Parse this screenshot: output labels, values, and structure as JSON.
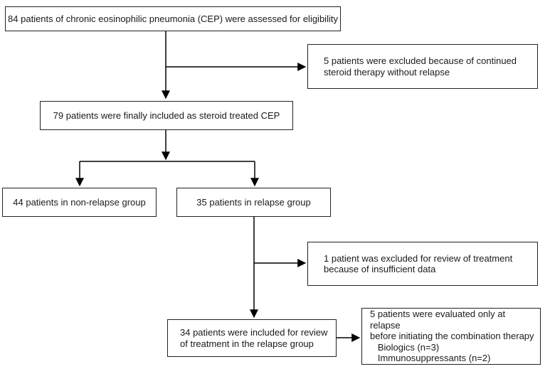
{
  "figure": {
    "background_color": "#ffffff",
    "line_color": "#000000",
    "boxes": {
      "assessed": {
        "text": "84 patients of chronic eosinophilic pneumonia (CEP) were assessed for eligibility"
      },
      "excluded_steroid": {
        "text": [
          "5 patients were excluded because of continued",
          "steroid therapy without relapse"
        ]
      },
      "included": {
        "text": "79 patients were finally included as steroid treated CEP"
      },
      "non_relapse": {
        "text": "44 patients in non-relapse group"
      },
      "relapse": {
        "text": "35 patients in relapse group"
      },
      "excluded_insufficient": {
        "text": [
          "1 patient was excluded for review of treatment",
          "because of insufficient data"
        ]
      },
      "review": {
        "text": [
          "34 patients were included for review",
          "of treatment in the relapse group"
        ]
      },
      "evaluated": {
        "text": [
          "5 patients were evaluated only at relapse",
          "before initiating the combination therapy",
          "   Biologics (n=3)",
          "   Immunosuppressants (n=2)"
        ]
      }
    }
  }
}
